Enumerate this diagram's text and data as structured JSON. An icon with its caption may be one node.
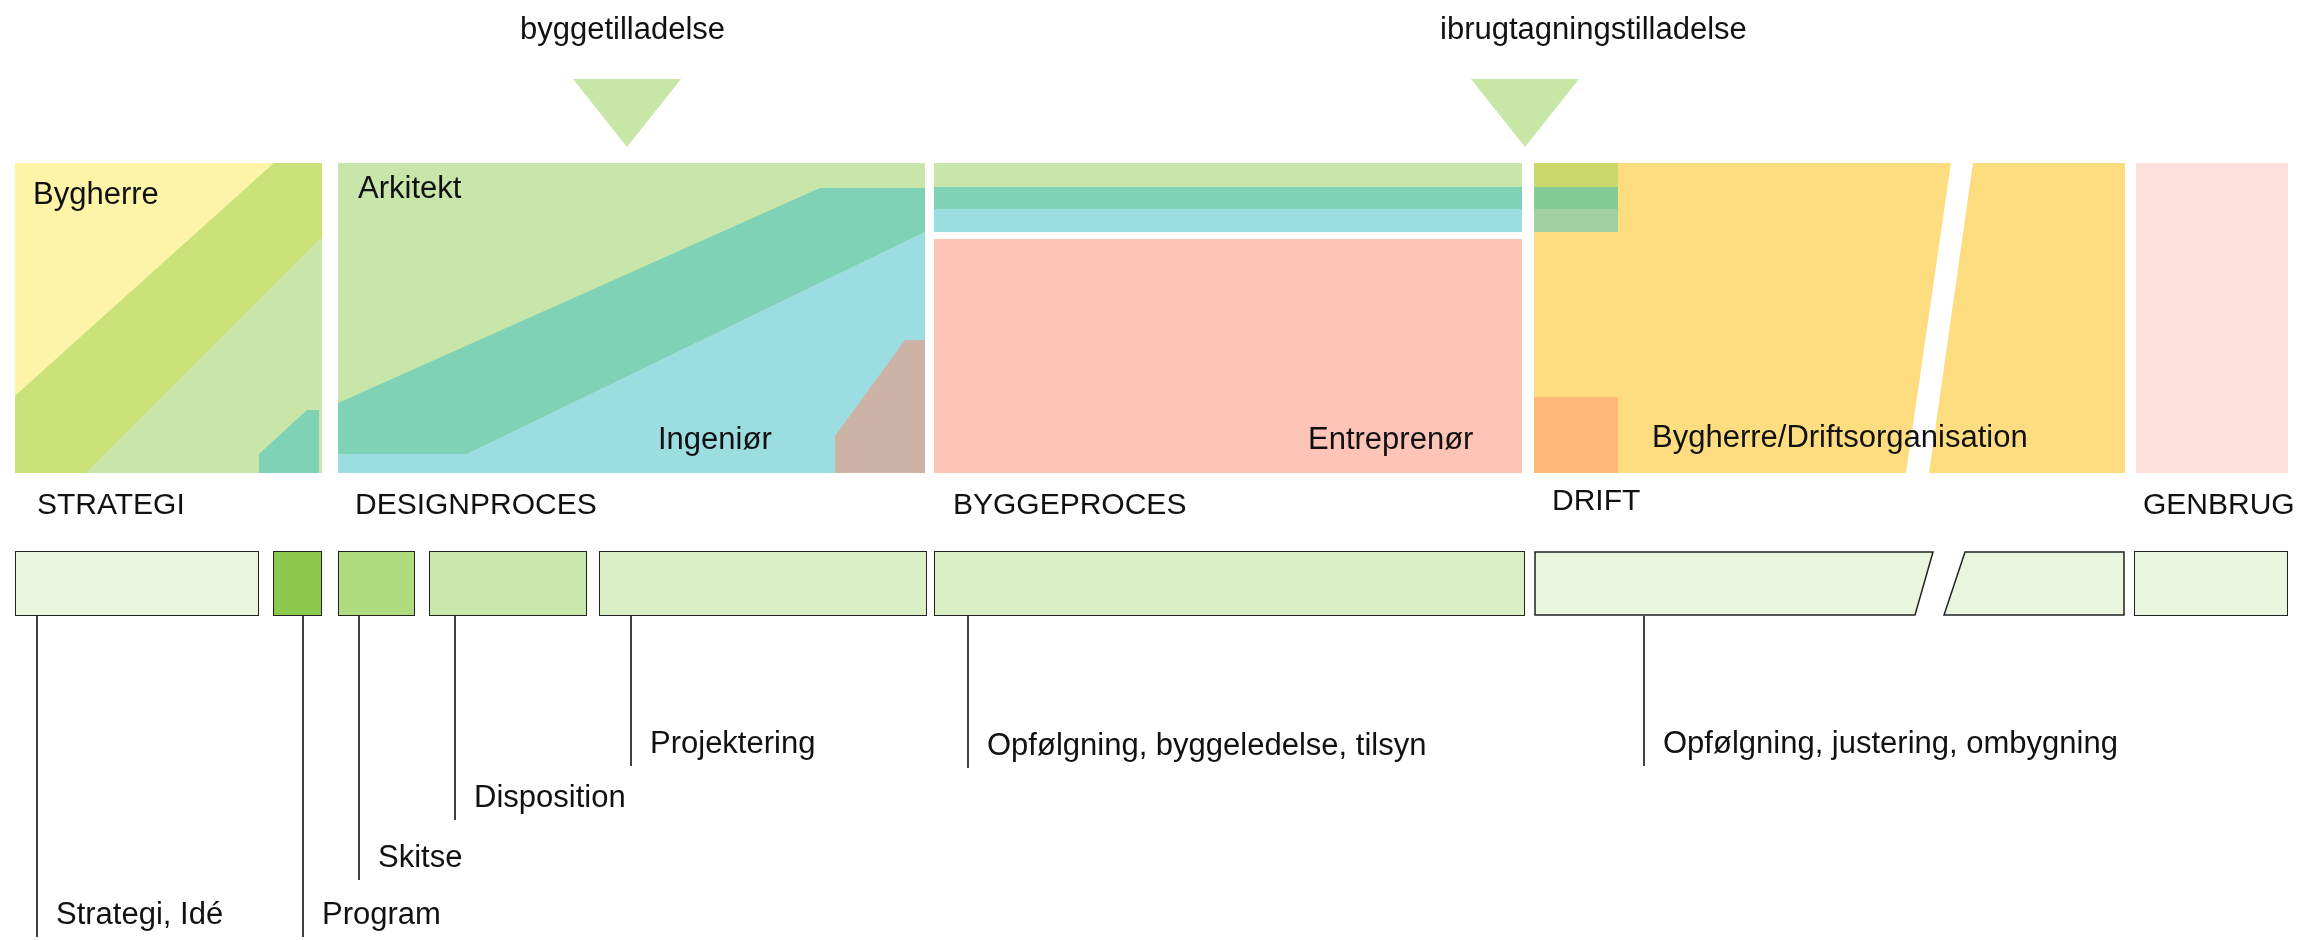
{
  "diagram": {
    "nodes": [
      {
        "text": [
          "byggetilladelse"
        ]
      },
      {
        "text": [
          "ibrugtagningstilladelse"
        ]
      },
      {
        "text": [
          "Bygherre"
        ]
      },
      {
        "text": [
          "Arkitekt",
          "Ingeniør"
        ]
      },
      {
        "text": [
          "Entreprenør"
        ]
      },
      {
        "text": [
          "Bygherre/Driftsorganisation"
        ]
      },
      {
        "text": [],
        "shape": "box"
      },
      {
        "text": [],
        "shape": "bar"
      },
      {
        "text": [],
        "shape": "bar"
      },
      {
        "text": [],
        "shape": "bar"
      },
      {
        "text": [],
        "shape": "bar"
      },
      {
        "text": [],
        "shape": "bar"
      },
      {
        "text": [],
        "shape": "bar"
      },
      {
        "text": [],
        "shape": "bar"
      },
      {
        "text": [],
        "shape": "bar"
      },
      {
        "text": [],
        "shape": "bar"
      },
      {
        "text": [
          "Projektering"
        ]
      },
      {
        "text": [
          "Opfølgning, byggeledelse, tilsyn"
        ]
      },
      {
        "text": [
          "Opfølgning, justering, ombygning"
        ]
      },
      {
        "text": [
          "Disposition"
        ]
      },
      {
        "text": [
          "Skitse"
        ]
      },
      {
        "text": [
          "Strategi, Idé"
        ]
      },
      {
        "text": [
          "Program"
        ]
      }
    ],
    "edges": [
      {
        "from": 16,
        "to": 11,
        "arrow": "none"
      },
      {
        "from": 17,
        "to": 12,
        "arrow": "none"
      },
      {
        "from": 18,
        "to": 13,
        "arrow": "none"
      },
      {
        "from": 19,
        "to": 10,
        "arrow": "none"
      },
      {
        "from": 20,
        "to": 9,
        "arrow": "none"
      },
      {
        "from": 21,
        "to": 7,
        "arrow": "none"
      },
      {
        "from": 22,
        "to": 8,
        "arrow": "none"
      }
    ],
    "labels": [
      "STRATEGI",
      "DESIGNPROCES",
      "BYGGEPROCES",
      "DRIFT",
      "GENBRUG"
    ]
  }
}
